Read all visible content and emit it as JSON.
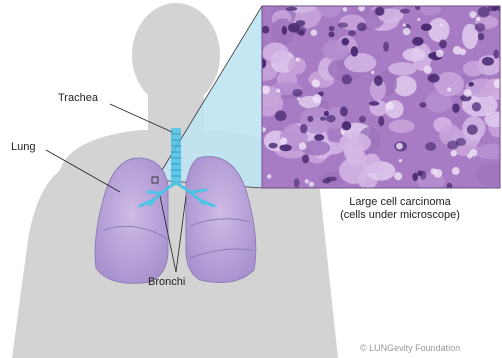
{
  "labels": {
    "trachea": "Trachea",
    "lung": "Lung",
    "bronchi": "Bronchi"
  },
  "caption": {
    "line1": "Large cell carcinoma",
    "line2": "(cells under microscope)"
  },
  "credit": "© LUNGevity Foundation",
  "colors": {
    "silhouette": "#d3d3d3",
    "lung_fill": "#b9a6d8",
    "lung_lobe_lines": "#8d7fb6",
    "airway": "#4fc3e6",
    "zoom_cone": "#bfe3f2",
    "tissue_base": "#a77cc4",
    "nucleus": "#4a2a73",
    "leader_line": "#222222"
  }
}
